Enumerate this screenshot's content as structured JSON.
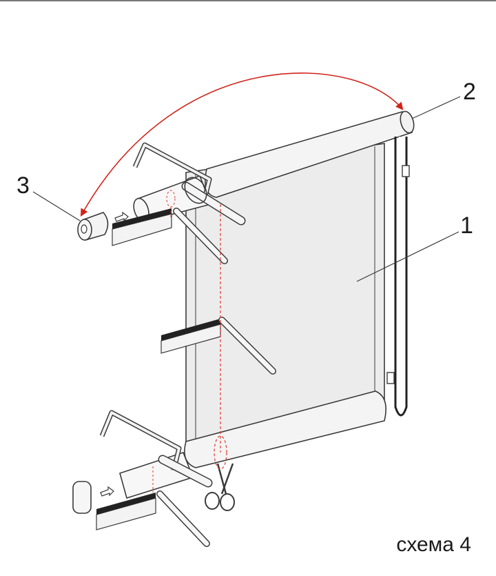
{
  "diagram": {
    "caption": "схема 4",
    "callouts": [
      {
        "id": "1",
        "label": "1"
      },
      {
        "id": "2",
        "label": "2"
      },
      {
        "id": "3",
        "label": "3"
      }
    ],
    "colors": {
      "line": "#3a3a3a",
      "fabric": "#ebebeb",
      "arrow": "#d0231a",
      "cut_line": "#e0382e",
      "ruler_teeth": "#222222"
    }
  }
}
